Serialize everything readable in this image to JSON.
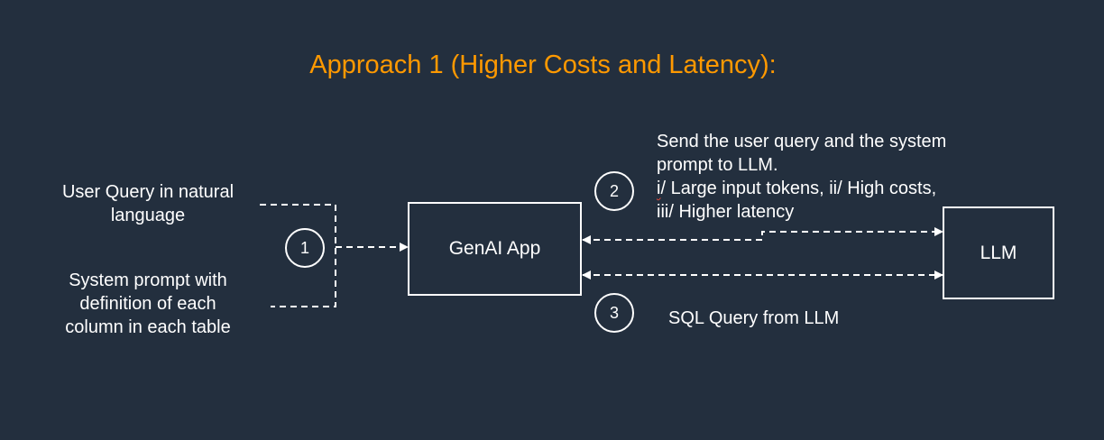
{
  "title": "Approach 1 (Higher Costs and Latency):",
  "inputs": {
    "user_query": [
      "User Query in natural",
      "language"
    ],
    "system_prompt": [
      "System prompt with",
      "definition of each",
      "column in each table"
    ]
  },
  "nodes": {
    "genai_app": "GenAI App",
    "llm": "LLM"
  },
  "steps": {
    "step1": "1",
    "step2": "2",
    "step3": "3"
  },
  "step2_text": {
    "line1": "Send the user query and the system",
    "line2": "prompt to LLM.",
    "line3_a": "i",
    "line3_b": "/ Large input tokens, ii/ High costs,",
    "line4": "iii/ Higher latency"
  },
  "step3_text": "SQL Query from LLM"
}
